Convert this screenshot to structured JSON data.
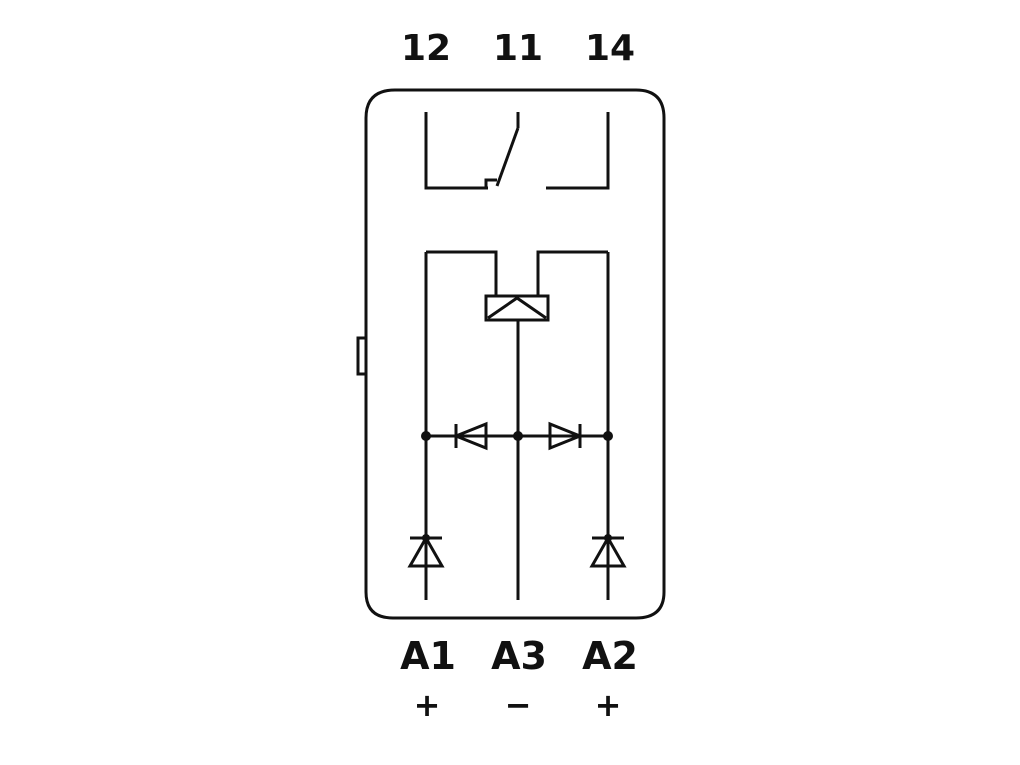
{
  "terminals_top": [
    "12",
    "11",
    "14"
  ],
  "terminals_bottom": [
    "A1",
    "A3",
    "A2"
  ],
  "polarity": [
    "+",
    "−",
    "+"
  ]
}
